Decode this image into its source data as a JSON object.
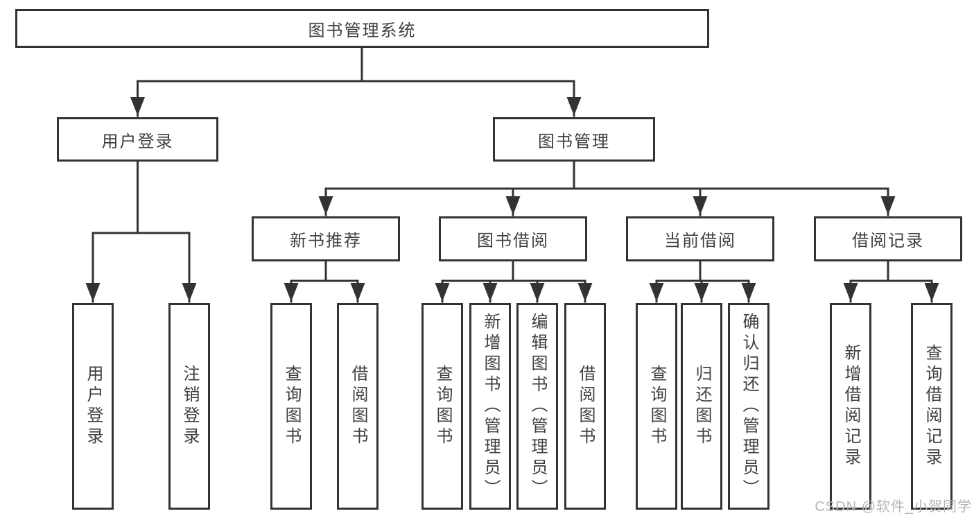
{
  "diagram": {
    "root": {
      "label": "图书管理系统"
    },
    "branches": [
      {
        "label": "用户登录",
        "leaves": [
          {
            "label": "用户登录"
          },
          {
            "label": "注销登录"
          }
        ]
      },
      {
        "label": "图书管理",
        "children": [
          {
            "label": "新书推荐",
            "leaves": [
              {
                "label": "查询图书"
              },
              {
                "label": "借阅图书"
              }
            ]
          },
          {
            "label": "图书借阅",
            "leaves": [
              {
                "label": "查询图书"
              },
              {
                "label": "新增图书（管理员）"
              },
              {
                "label": "编辑图书（管理员）"
              },
              {
                "label": "借阅图书"
              }
            ]
          },
          {
            "label": "当前借阅",
            "leaves": [
              {
                "label": "查询图书"
              },
              {
                "label": "归还图书"
              },
              {
                "label": "确认归还（管理员）"
              }
            ]
          },
          {
            "label": "借阅记录",
            "leaves": [
              {
                "label": "新增借阅记录"
              },
              {
                "label": "查询借阅记录"
              }
            ]
          }
        ]
      }
    ]
  },
  "style": {
    "line_color": "#333333",
    "text_color": "#3f3f3f",
    "background": "#ffffff",
    "watermark_color": "#b5b5b5"
  },
  "watermark": {
    "text": "CSDN @软件_小贺同学"
  }
}
